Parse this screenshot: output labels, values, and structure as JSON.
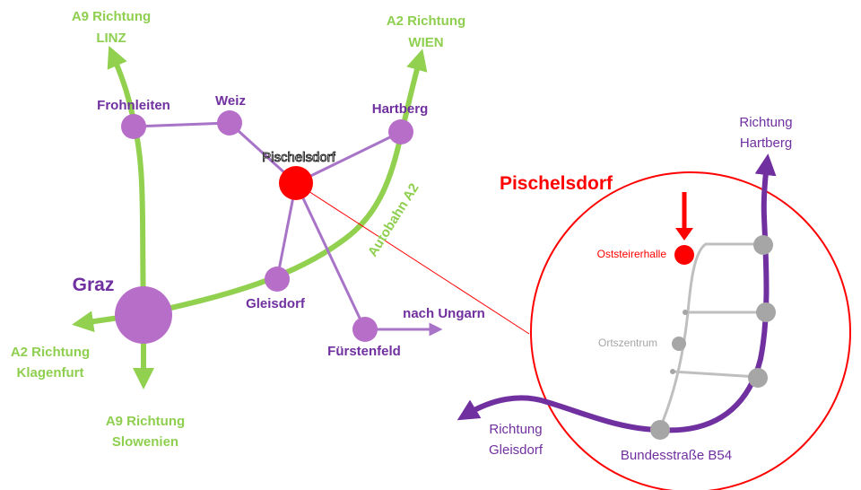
{
  "colors": {
    "motorway": "#92d050",
    "region_road": "#a874c8",
    "town_node": "#b66ec8",
    "highlight": "#ff0000",
    "purple_text": "#7030a0",
    "green_text": "#8fcf4f",
    "local_road": "#bfbfbf",
    "b54_road": "#7030a0"
  },
  "overview": {
    "directions": {
      "a9_linz": [
        "A9 Richtung",
        "LINZ"
      ],
      "a2_wien": [
        "A2 Richtung",
        "WIEN"
      ],
      "a2_klagenfurt": [
        "A2 Richtung",
        "Klagenfurt"
      ],
      "a9_slowenien": [
        "A9 Richtung",
        "Slowenien"
      ],
      "ungarn": "nach Ungarn"
    },
    "motorway_label": "Autobahn A2",
    "towns": {
      "graz": "Graz",
      "frohnleiten": "Frohnleiten",
      "weiz": "Weiz",
      "hartberg": "Hartberg",
      "pischelsdorf": "Pischelsdorf",
      "gleisdorf": "Gleisdorf",
      "fuerstenfeld": "Fürstenfeld"
    }
  },
  "detail": {
    "title": "Pischelsdorf",
    "venue": "Oststeirerhalle",
    "center": "Ortszentrum",
    "road_name": "Bundesstraße B54",
    "to_hartberg": [
      "Richtung",
      "Hartberg"
    ],
    "to_gleisdorf": [
      "Richtung",
      "Gleisdorf"
    ]
  }
}
